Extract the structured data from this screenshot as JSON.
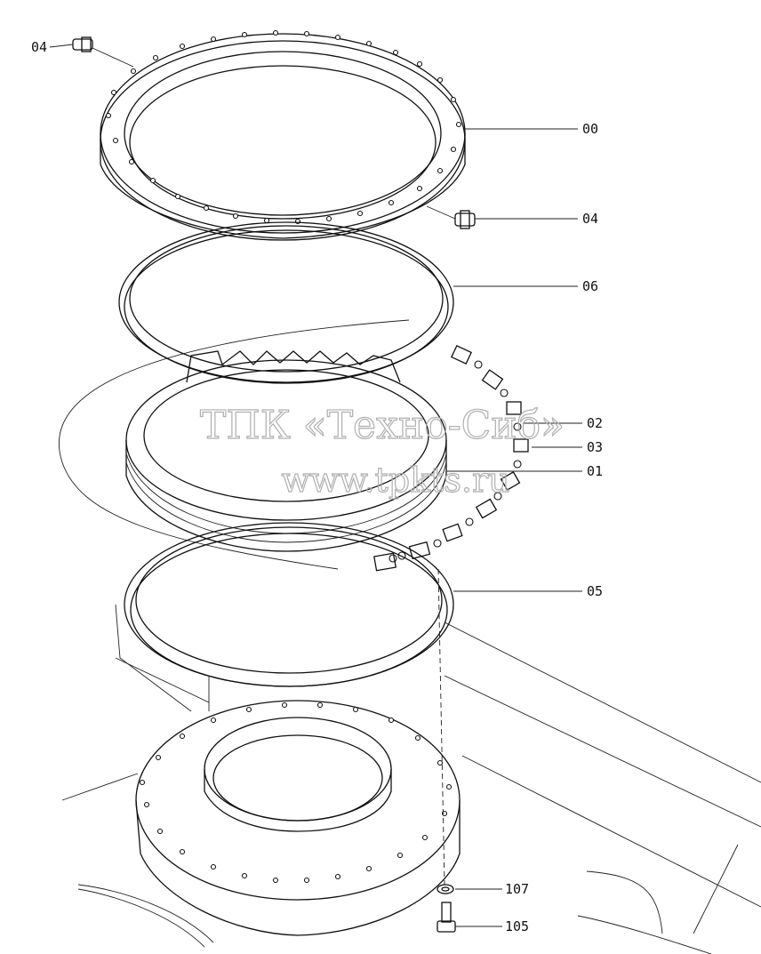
{
  "watermark": {
    "line1": "ТПК «Техно-Сиб»",
    "line2": "www.tpkts.ru"
  },
  "callouts": [
    {
      "id": "04_top",
      "text": "04"
    },
    {
      "id": "00",
      "text": "00"
    },
    {
      "id": "04_right",
      "text": "04"
    },
    {
      "id": "06",
      "text": "06"
    },
    {
      "id": "02",
      "text": "02"
    },
    {
      "id": "03",
      "text": "03"
    },
    {
      "id": "01",
      "text": "01"
    },
    {
      "id": "05",
      "text": "05"
    },
    {
      "id": "107",
      "text": "107"
    },
    {
      "id": "105",
      "text": "105"
    }
  ],
  "parts": {
    "outer_ring": "swing-bearing-outer-ring",
    "grease_fitting": "grease-fitting",
    "seal_upper": "seal-upper",
    "inner_ring": "swing-bearing-inner-ring",
    "rollers": "roller-set",
    "seal_lower": "seal-lower",
    "base_flange": "turntable-base-flange",
    "washer": "washer",
    "bolt": "bolt"
  }
}
